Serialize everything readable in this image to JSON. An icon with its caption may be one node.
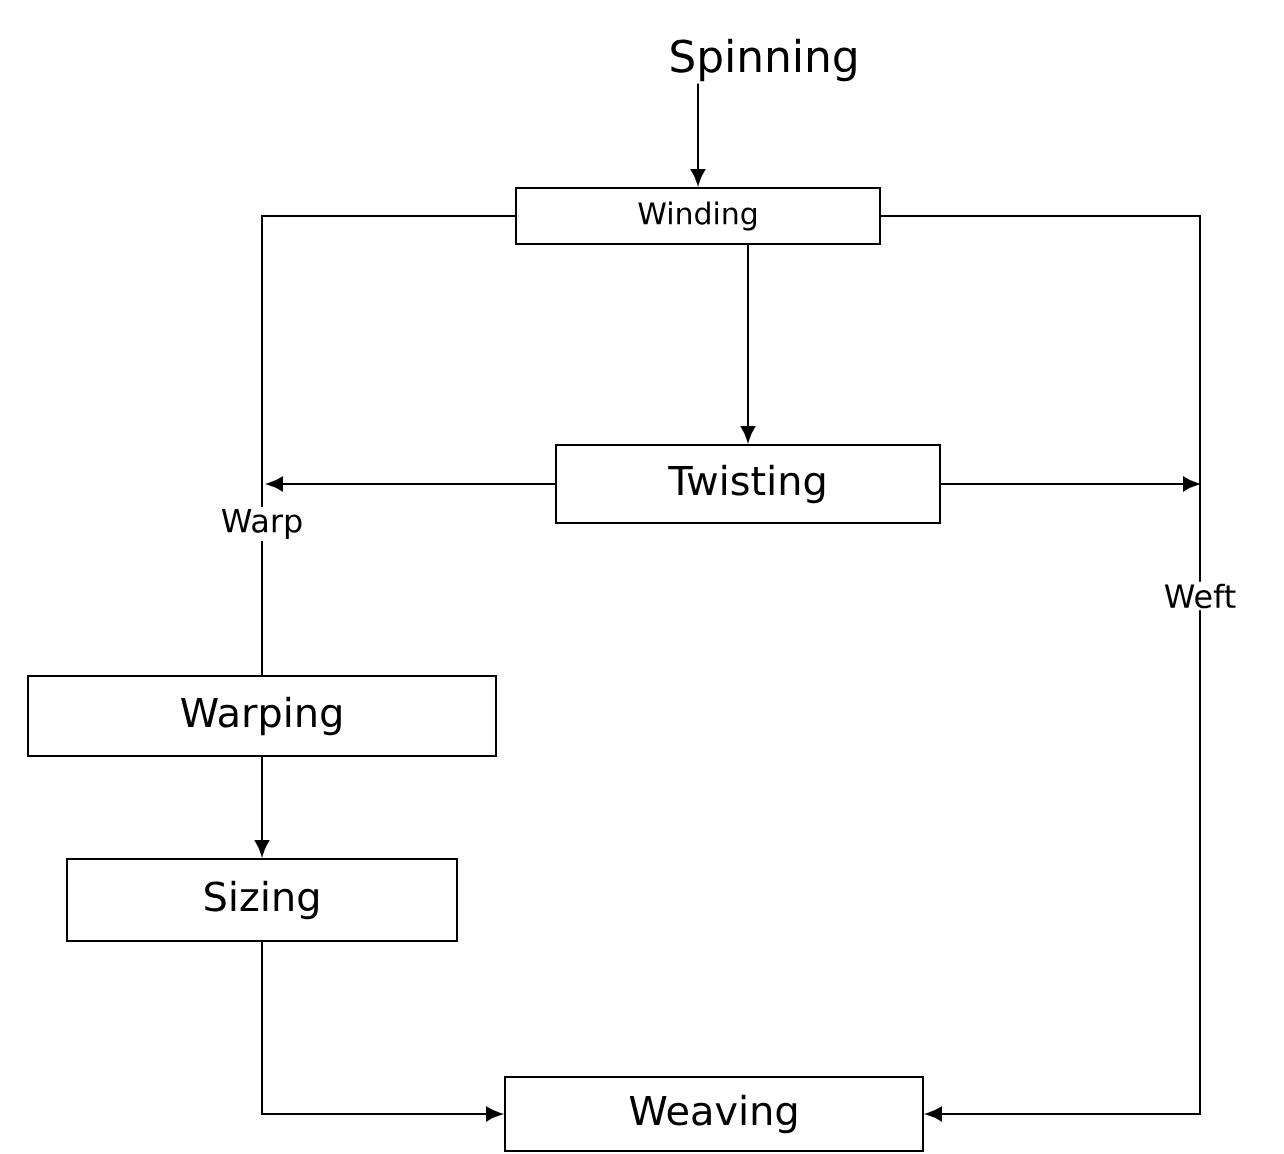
{
  "diagram": {
    "nodes": [
      {
        "text": [
          "Spinning"
        ]
      },
      {
        "text": [
          "Winding"
        ]
      },
      {
        "text": [
          "Twisting"
        ]
      },
      {
        "text": [
          "Warping"
        ]
      },
      {
        "text": [
          "Sizing"
        ]
      },
      {
        "text": [
          "Weaving"
        ]
      }
    ],
    "edges": [
      {
        "from": 0,
        "to": 1,
        "arrow": "to"
      },
      {
        "from": 1,
        "to": 2,
        "arrow": "to"
      },
      {
        "from": 1,
        "to": 3,
        "arrow": "none",
        "label": "Warp"
      },
      {
        "from": 2,
        "to": null,
        "arrow": "to"
      },
      {
        "from": 1,
        "to": 5,
        "arrow": "to",
        "label": "Weft"
      },
      {
        "from": 2,
        "to": null,
        "arrow": "to"
      },
      {
        "from": 3,
        "to": 4,
        "arrow": "to"
      },
      {
        "from": 4,
        "to": 5,
        "arrow": "to"
      }
    ]
  }
}
